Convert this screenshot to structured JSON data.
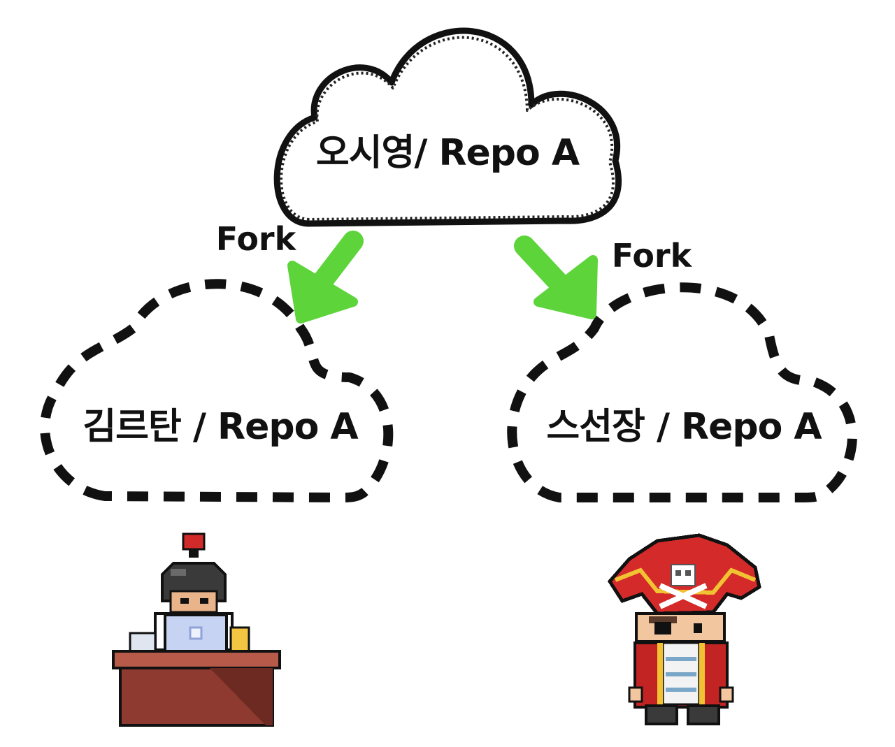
{
  "origin": {
    "label": "오시영/ Repo A"
  },
  "forks": [
    {
      "label": "김르탄 / Repo A",
      "arrow_label": "Fork",
      "character": "developer-at-desk"
    },
    {
      "label": "스선장 / Repo A",
      "arrow_label": "Fork",
      "character": "pirate-captain"
    }
  ],
  "colors": {
    "arrow": "#5cd43a",
    "outline": "#111111"
  }
}
